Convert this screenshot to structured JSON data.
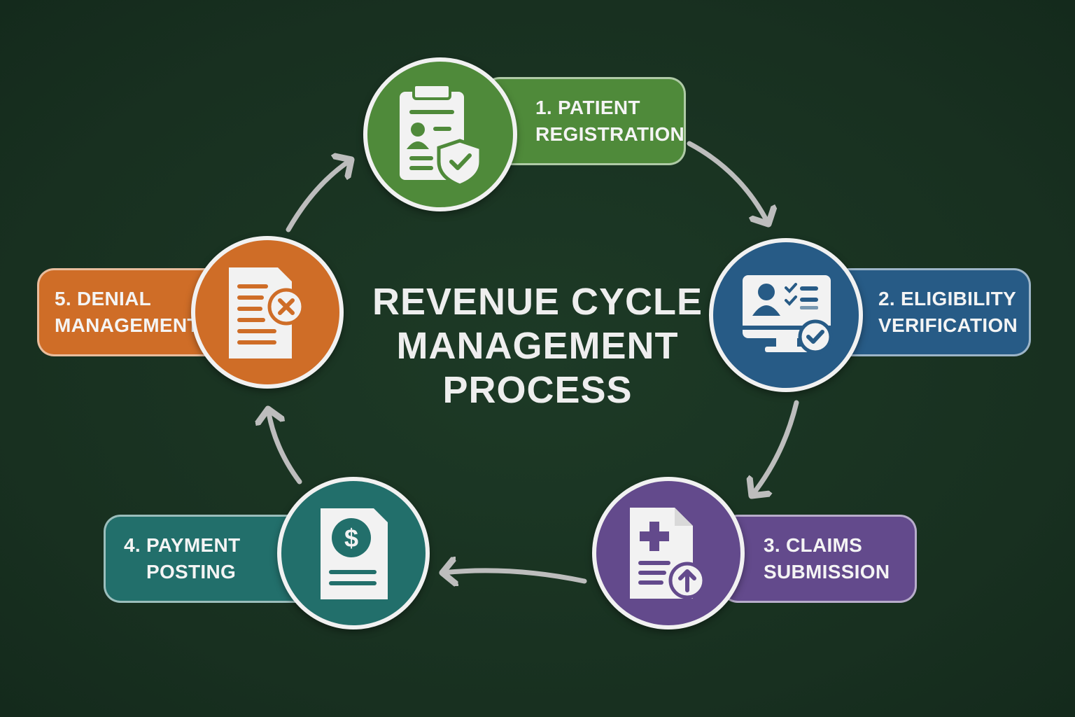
{
  "title": {
    "line1": "REVENUE CYCLE",
    "line2": "MANAGEMENT",
    "line3": "PROCESS"
  },
  "steps": [
    {
      "line1": "1. PATIENT",
      "line2": "REGISTRATION",
      "icon": "clipboard-patient-shield-icon",
      "color": "#4f8a3a"
    },
    {
      "line1": "2. ELIGIBILITY",
      "line2": "VERIFICATION",
      "icon": "monitor-checklist-icon",
      "color": "#275b86"
    },
    {
      "line1": "3. CLAIMS",
      "line2": "SUBMISSION",
      "icon": "medical-document-upload-icon",
      "color": "#634a8c"
    },
    {
      "line1": "4. PAYMENT",
      "line2": "POSTING",
      "icon": "dollar-document-icon",
      "color": "#226f6b"
    },
    {
      "line1": "5. DENIAL",
      "line2": "MANAGEMENT",
      "icon": "document-x-icon",
      "color": "#cf6d27"
    }
  ],
  "colors": {
    "background": "#1a3322",
    "arrow": "#bdbdbd"
  }
}
